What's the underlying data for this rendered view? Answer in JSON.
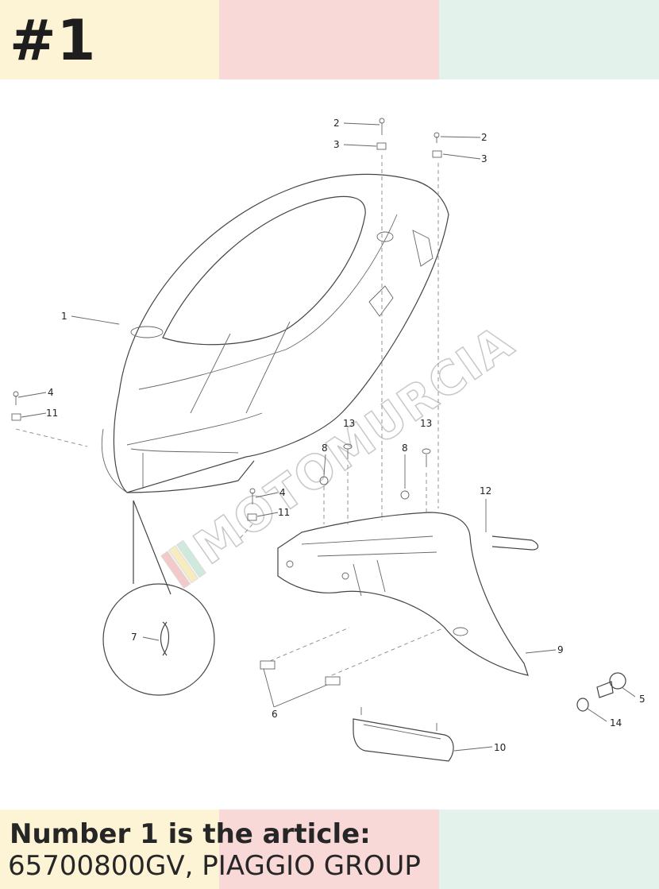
{
  "header": {
    "item_number": "#1"
  },
  "watermark": {
    "text": "MOTOMURCIA"
  },
  "diagram": {
    "callouts": [
      "1",
      "2",
      "3",
      "2",
      "3",
      "4",
      "11",
      "4",
      "11",
      "8",
      "13",
      "8",
      "13",
      "12",
      "7",
      "9",
      "5",
      "14",
      "6",
      "10"
    ]
  },
  "footer": {
    "line1": "Number 1 is the article:",
    "line2": "65700800GV, PIAGGIO GROUP"
  },
  "colors": {
    "band_yellow": "#fdf4d6",
    "band_pink": "#f9d8d8",
    "band_mint": "#e3f3ec",
    "text": "#262626"
  }
}
